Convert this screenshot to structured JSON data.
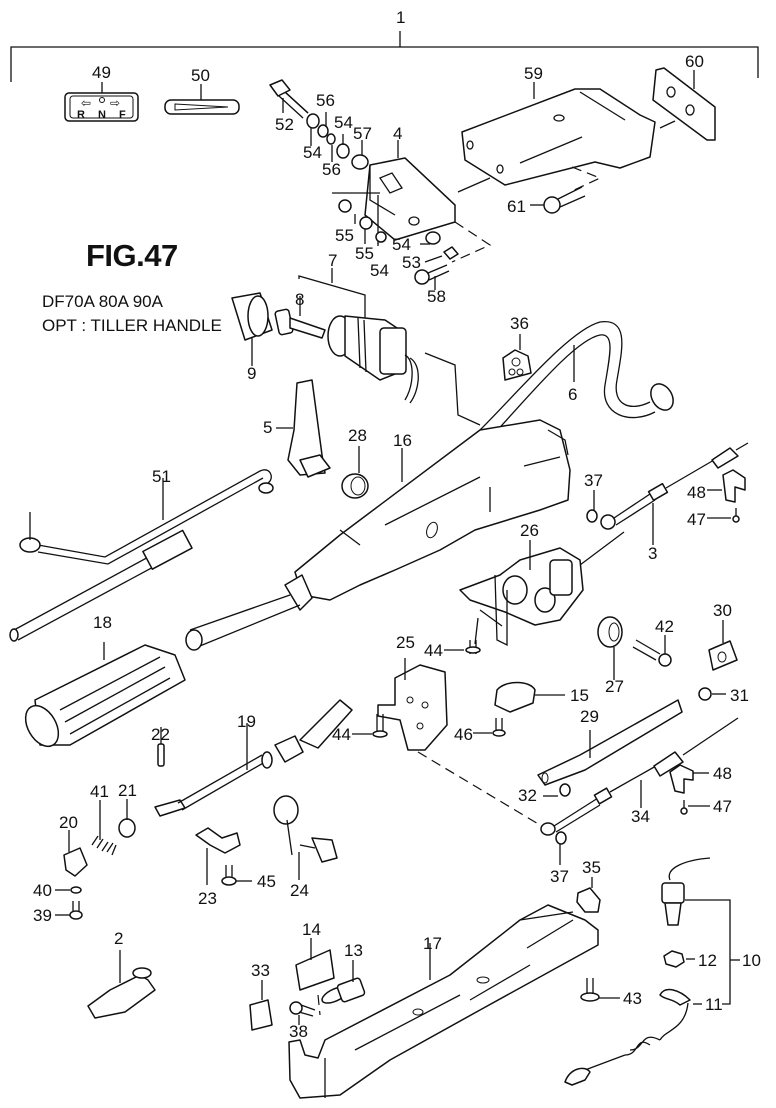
{
  "figure": {
    "title": "FIG.47",
    "models": "DF70A 80A 90A",
    "option": "OPT : TILLER HANDLE"
  },
  "decal_49": {
    "left_arrow": "⇦",
    "right_arrow": "⇨",
    "letters": [
      "R",
      "N",
      "F"
    ]
  },
  "labels": {
    "p1": "1",
    "p2": "2",
    "p3": "3",
    "p4": "4",
    "p5": "5",
    "p6": "6",
    "p7": "7",
    "p8": "8",
    "p9": "9",
    "p10": "10",
    "p11": "11",
    "p12": "12",
    "p13": "13",
    "p14": "14",
    "p15": "15",
    "p16": "16",
    "p17": "17",
    "p18": "18",
    "p19": "19",
    "p20": "20",
    "p21": "21",
    "p22": "22",
    "p23": "23",
    "p24": "24",
    "p25": "25",
    "p26": "26",
    "p27": "27",
    "p28": "28",
    "p29": "29",
    "p30": "30",
    "p31": "31",
    "p32": "32",
    "p33": "33",
    "p34": "34",
    "p35": "35",
    "p36": "36",
    "p37a": "37",
    "p37b": "37",
    "p38": "38",
    "p39": "39",
    "p40": "40",
    "p41": "41",
    "p42": "42",
    "p43": "43",
    "p44a": "44",
    "p44b": "44",
    "p45": "45",
    "p46": "46",
    "p47a": "47",
    "p47b": "47",
    "p48a": "48",
    "p48b": "48",
    "p49": "49",
    "p50": "50",
    "p51": "51",
    "p52": "52",
    "p53": "53",
    "p54a": "54",
    "p54b": "54",
    "p54c": "54",
    "p54d": "54",
    "p55a": "55",
    "p55b": "55",
    "p56a": "56",
    "p56b": "56",
    "p57": "57",
    "p58": "58",
    "p59": "59",
    "p60": "60",
    "p61": "61"
  }
}
